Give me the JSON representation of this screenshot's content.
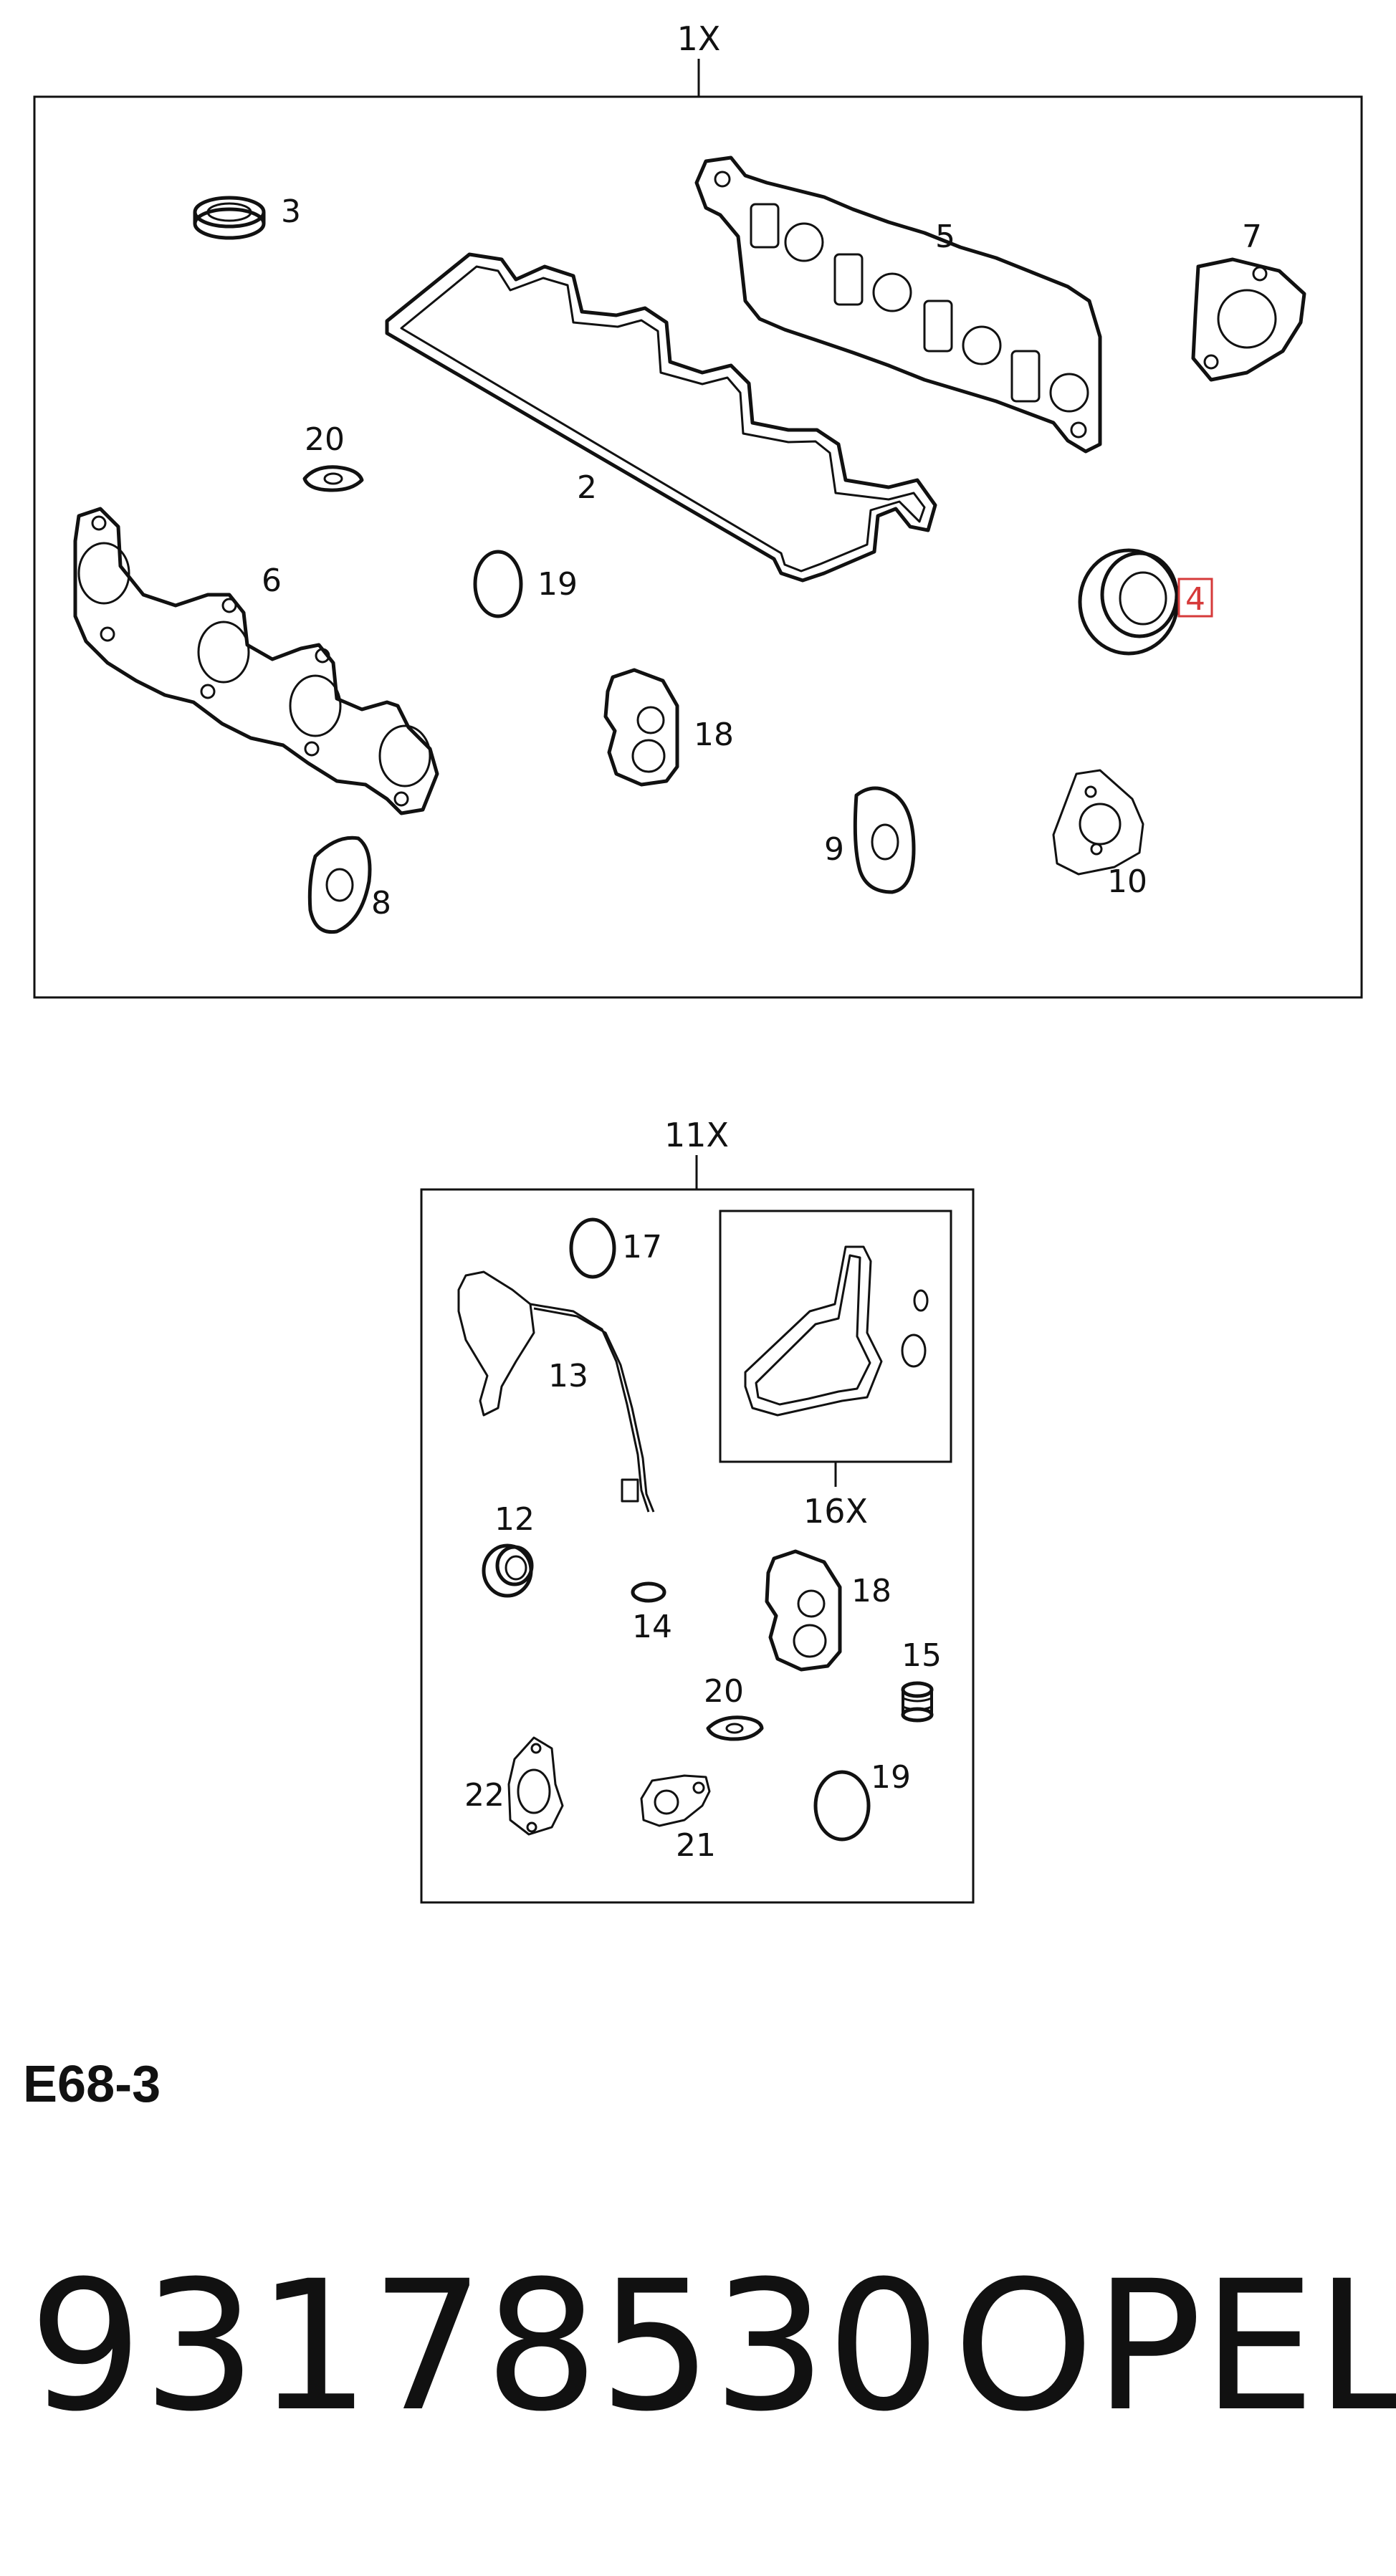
{
  "sets": {
    "main": {
      "label": "1X"
    },
    "timing": {
      "label": "11X"
    },
    "pump": {
      "label": "16X"
    }
  },
  "parts": {
    "p2": "2",
    "p3": "3",
    "p4": "4",
    "p5": "5",
    "p6": "6",
    "p7": "7",
    "p8": "8",
    "p9": "9",
    "p10": "10",
    "p18": "18",
    "p19": "19",
    "p20": "20",
    "t12": "12",
    "t13": "13",
    "t14": "14",
    "t15": "15",
    "t17": "17",
    "t18": "18",
    "t19": "19",
    "t20": "20",
    "t21": "21",
    "t22": "22"
  },
  "footer": {
    "diagram_code": "E68-3",
    "part_number": "93178530",
    "brand": "OPEL"
  },
  "colors": {
    "highlight": "#d63a3a",
    "ink": "#111111"
  }
}
